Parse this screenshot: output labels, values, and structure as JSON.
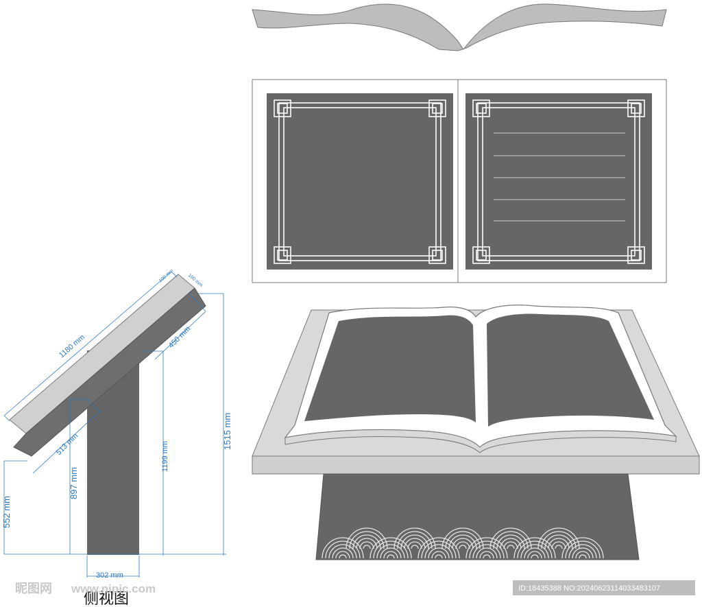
{
  "dimensions": {
    "board_length": "1180 mm",
    "board_thickness_a": "100 mm",
    "board_thickness_b": "100 mm",
    "top_offset": "450 mm",
    "inner_offset": "513 mm",
    "post_height": "897 mm",
    "mid_height": "1199 mm",
    "total_height": "1515 mm",
    "low_edge_height": "552 mm",
    "post_width": "302 mm"
  },
  "caption": "侧视图",
  "watermark": {
    "site_logo": "昵图网",
    "site_url": "www.nipic.com",
    "image_id": "ID:18435388 NO:20240623114033483107"
  },
  "colors": {
    "dark_gray": "#666666",
    "light_gray": "#cfcfcf",
    "frame_gray": "#bdbdbd",
    "dimension_blue": "#2a79c4"
  }
}
